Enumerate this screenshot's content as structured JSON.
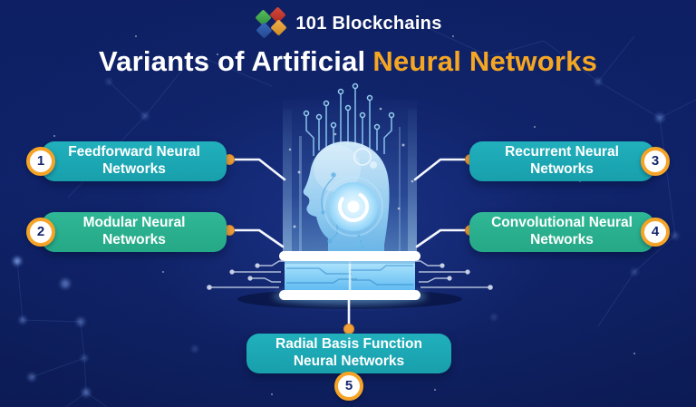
{
  "brand": {
    "logo_text": "101 Blockchains",
    "logo_diamonds": [
      {
        "name": "green-diamond",
        "color": "#3FA04A"
      },
      {
        "name": "red-diamond",
        "color": "#C23A2E"
      },
      {
        "name": "blue-diamond",
        "color": "#2C55A5"
      },
      {
        "name": "yellow-diamond",
        "color": "#E39A35"
      }
    ]
  },
  "title": {
    "prefix": "Variants of Artificial",
    "highlight": "Neural Networks"
  },
  "items": [
    {
      "number": "1",
      "label": "Feedforward Neural\nNetworks",
      "color": "#1BA8B4",
      "position": "top-left"
    },
    {
      "number": "2",
      "label": "Modular Neural\nNetworks",
      "color": "#2BB18F",
      "position": "bottom-left"
    },
    {
      "number": "3",
      "label": "Recurrent Neural\nNetworks",
      "color": "#1BA8B4",
      "position": "top-right"
    },
    {
      "number": "4",
      "label": "Convolutional Neural\nNetworks",
      "color": "#2BB18F",
      "position": "bottom-right"
    },
    {
      "number": "5",
      "label": "Radial Basis Function\nNeural Networks",
      "color": "#1BA8B4",
      "position": "bottom-center"
    }
  ],
  "illustration": {
    "name": "ai-head-hologram",
    "description": "Translucent AI head with circuit traces hovering over a glowing circuit pedestal"
  },
  "colors": {
    "background": "#0E2063",
    "box_teal": "#1BA8B4",
    "box_green": "#2BB18F",
    "accent_orange": "#F5A623",
    "number_text": "#16266C",
    "title_text": "#FFFFFF",
    "title_highlight": "#F5A623",
    "connector_line": "#F4F7FF",
    "hologram_blue": "#7FC8F2"
  }
}
